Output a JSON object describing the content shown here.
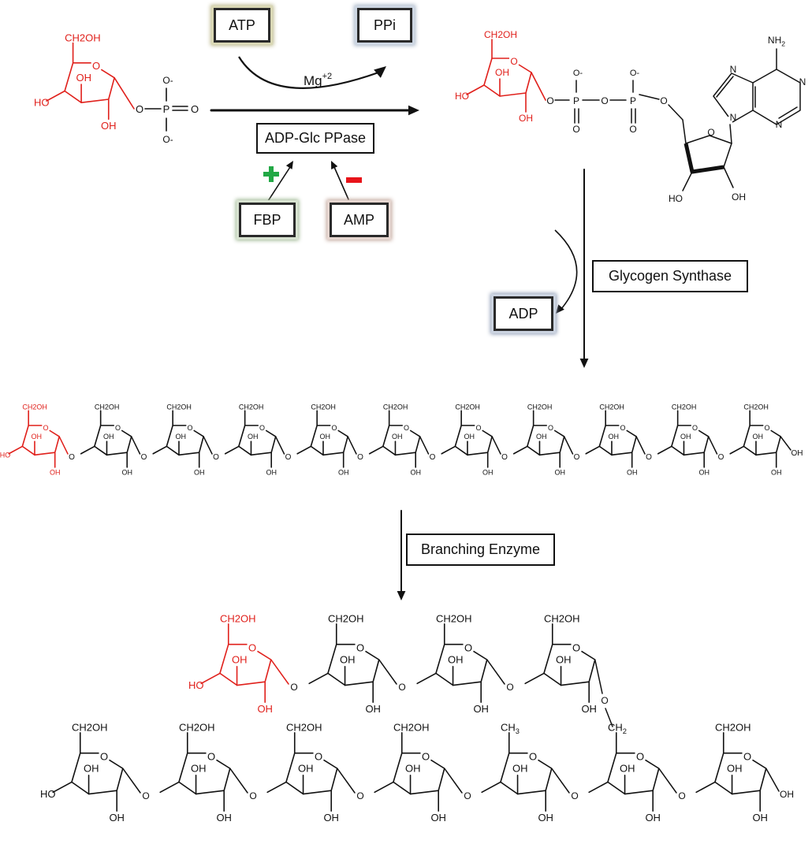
{
  "colors": {
    "highlight": "#e0201b",
    "bond": "#111111",
    "plus": "#22a845",
    "minus": "#e8141a"
  },
  "reaction1": {
    "atp": "ATP",
    "ppi": "PPi",
    "cofactor": "Mg",
    "cofactor_charge": "+2",
    "enzyme": "ADP-Glc PPase",
    "activator": "FBP",
    "inhibitor": "AMP"
  },
  "reaction2": {
    "enzyme": "Glycogen Synthase",
    "byproduct": "ADP"
  },
  "reaction3": {
    "enzyme": "Branching Enzyme"
  },
  "labels": {
    "ch2oh": "CH2OH",
    "oh": "OH",
    "ho": "HO",
    "o": "O",
    "p": "P",
    "n": "N",
    "nh2": "NH2",
    "ch2": "CH2",
    "ch3": "CH3",
    "o_minus": "O-"
  }
}
